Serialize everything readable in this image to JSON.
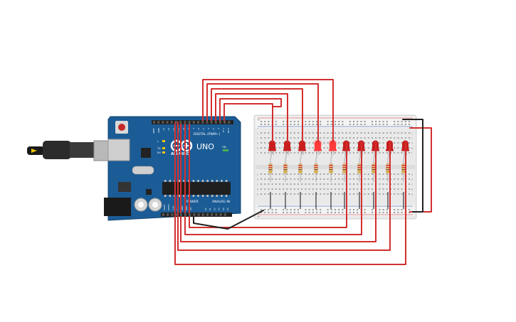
{
  "arduino": {
    "brand": "ARDUINO",
    "model": "UNO",
    "digital_header_label": "DIGITAL (PWM~)",
    "power_header_label": "POWER",
    "analog_header_label": "ANALOG IN",
    "tx_label": "TX",
    "rx_label": "RX",
    "l_label": "L",
    "on_label": "ON",
    "analog_pins": [
      "A0",
      "A1",
      "A2",
      "A3",
      "A4",
      "A5"
    ],
    "power_pins": [
      "IOREF",
      "RESET",
      "3.3V",
      "5V",
      "GND",
      "GND",
      "Vin"
    ],
    "digital_pins": [
      "AREF",
      "GND",
      "13",
      "12",
      "~11",
      "~10",
      "~9",
      "8",
      "7",
      "~6",
      "~5",
      "4",
      "~3",
      "2",
      "TX 1",
      "RX 0"
    ],
    "board_color": "#1b5c96"
  },
  "breadboard": {
    "row_letters_top": [
      "j",
      "i",
      "h",
      "g",
      "f"
    ],
    "row_letters_bottom": [
      "e",
      "d",
      "c",
      "b",
      "a"
    ],
    "rail_plus": "+",
    "rail_minus": "-"
  },
  "circuit": {
    "led_count": 10,
    "led_color": "#c81e1e",
    "led_lit_color": "#ff3b3b",
    "wire_color": "#d32f2f",
    "ground_wire_color": "#222222"
  }
}
